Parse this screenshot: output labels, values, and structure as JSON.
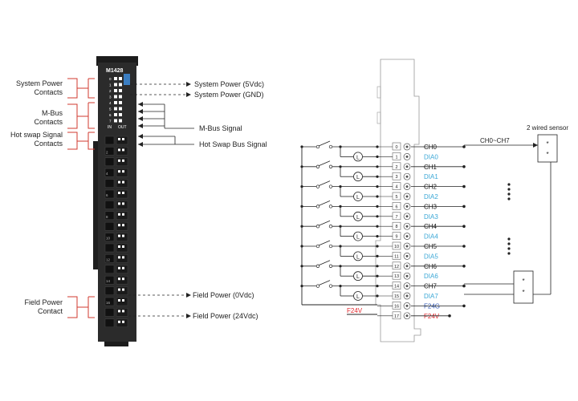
{
  "module": {
    "model": "M1428",
    "io_in": "IN",
    "io_out": "OUT",
    "pin_numbers": [
      "0",
      "1",
      "2",
      "3",
      "4",
      "5",
      "6",
      "7"
    ],
    "terminal_numbers": [
      "2",
      "4",
      "6",
      "8",
      "10",
      "12",
      "14",
      "16"
    ]
  },
  "left_labels": {
    "system_power": [
      "System Power",
      "Contacts"
    ],
    "mbus": [
      "M-Bus",
      "Contacts"
    ],
    "hot_swap": [
      "Hot swap Signal",
      "Contacts"
    ],
    "field_power": [
      "Field Power",
      "Contact"
    ]
  },
  "right_labels": {
    "sys_5v": "System Power (5Vdc)",
    "sys_gnd": "System Power (GND)",
    "mbus_signal": "M-Bus Signal",
    "hot_swap_bus": "Hot Swap Bus Signal",
    "field_0v": "Field Power (0Vdc)",
    "field_24v": "Field Power (24Vdc)"
  },
  "wiring": {
    "terminals": [
      "0",
      "1",
      "2",
      "3",
      "4",
      "5",
      "6",
      "7",
      "8",
      "9",
      "10",
      "11",
      "12",
      "13",
      "14",
      "15",
      "16",
      "17"
    ],
    "labels": [
      "CH0",
      "DIA0",
      "CH1",
      "DIA1",
      "CH2",
      "DIA2",
      "CH3",
      "DIA3",
      "CH4",
      "DIA4",
      "CH5",
      "DIA5",
      "CH6",
      "DIA6",
      "CH7",
      "DIA7",
      "F24G",
      "F24V"
    ],
    "lamp_symbol": "L",
    "left_supply": "F24V",
    "sensor_title": "2 wired sensor",
    "channel_range": "CH0~CH7",
    "sensor_mark": "*"
  },
  "colors": {
    "module_body": "#2b2b2b",
    "module_dark": "#1c1c1c",
    "accent_blue": "#3b7ec2",
    "diag_cyan": "#3aa7d6",
    "f24g_blue": "#2d55b3",
    "f24v_red": "#e2262b",
    "bracket_red": "#d23a2f",
    "line": "#222222"
  }
}
